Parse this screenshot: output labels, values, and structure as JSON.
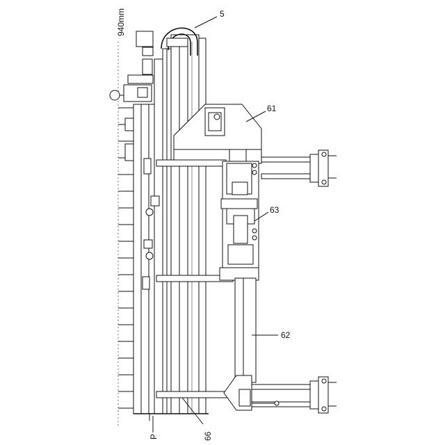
{
  "figure": {
    "dimension_label": "940mm",
    "labels": {
      "ref_5": "5",
      "ref_61": "61",
      "ref_62": "62",
      "ref_63": "63",
      "ref_66": "66",
      "ref_P": "P"
    }
  }
}
